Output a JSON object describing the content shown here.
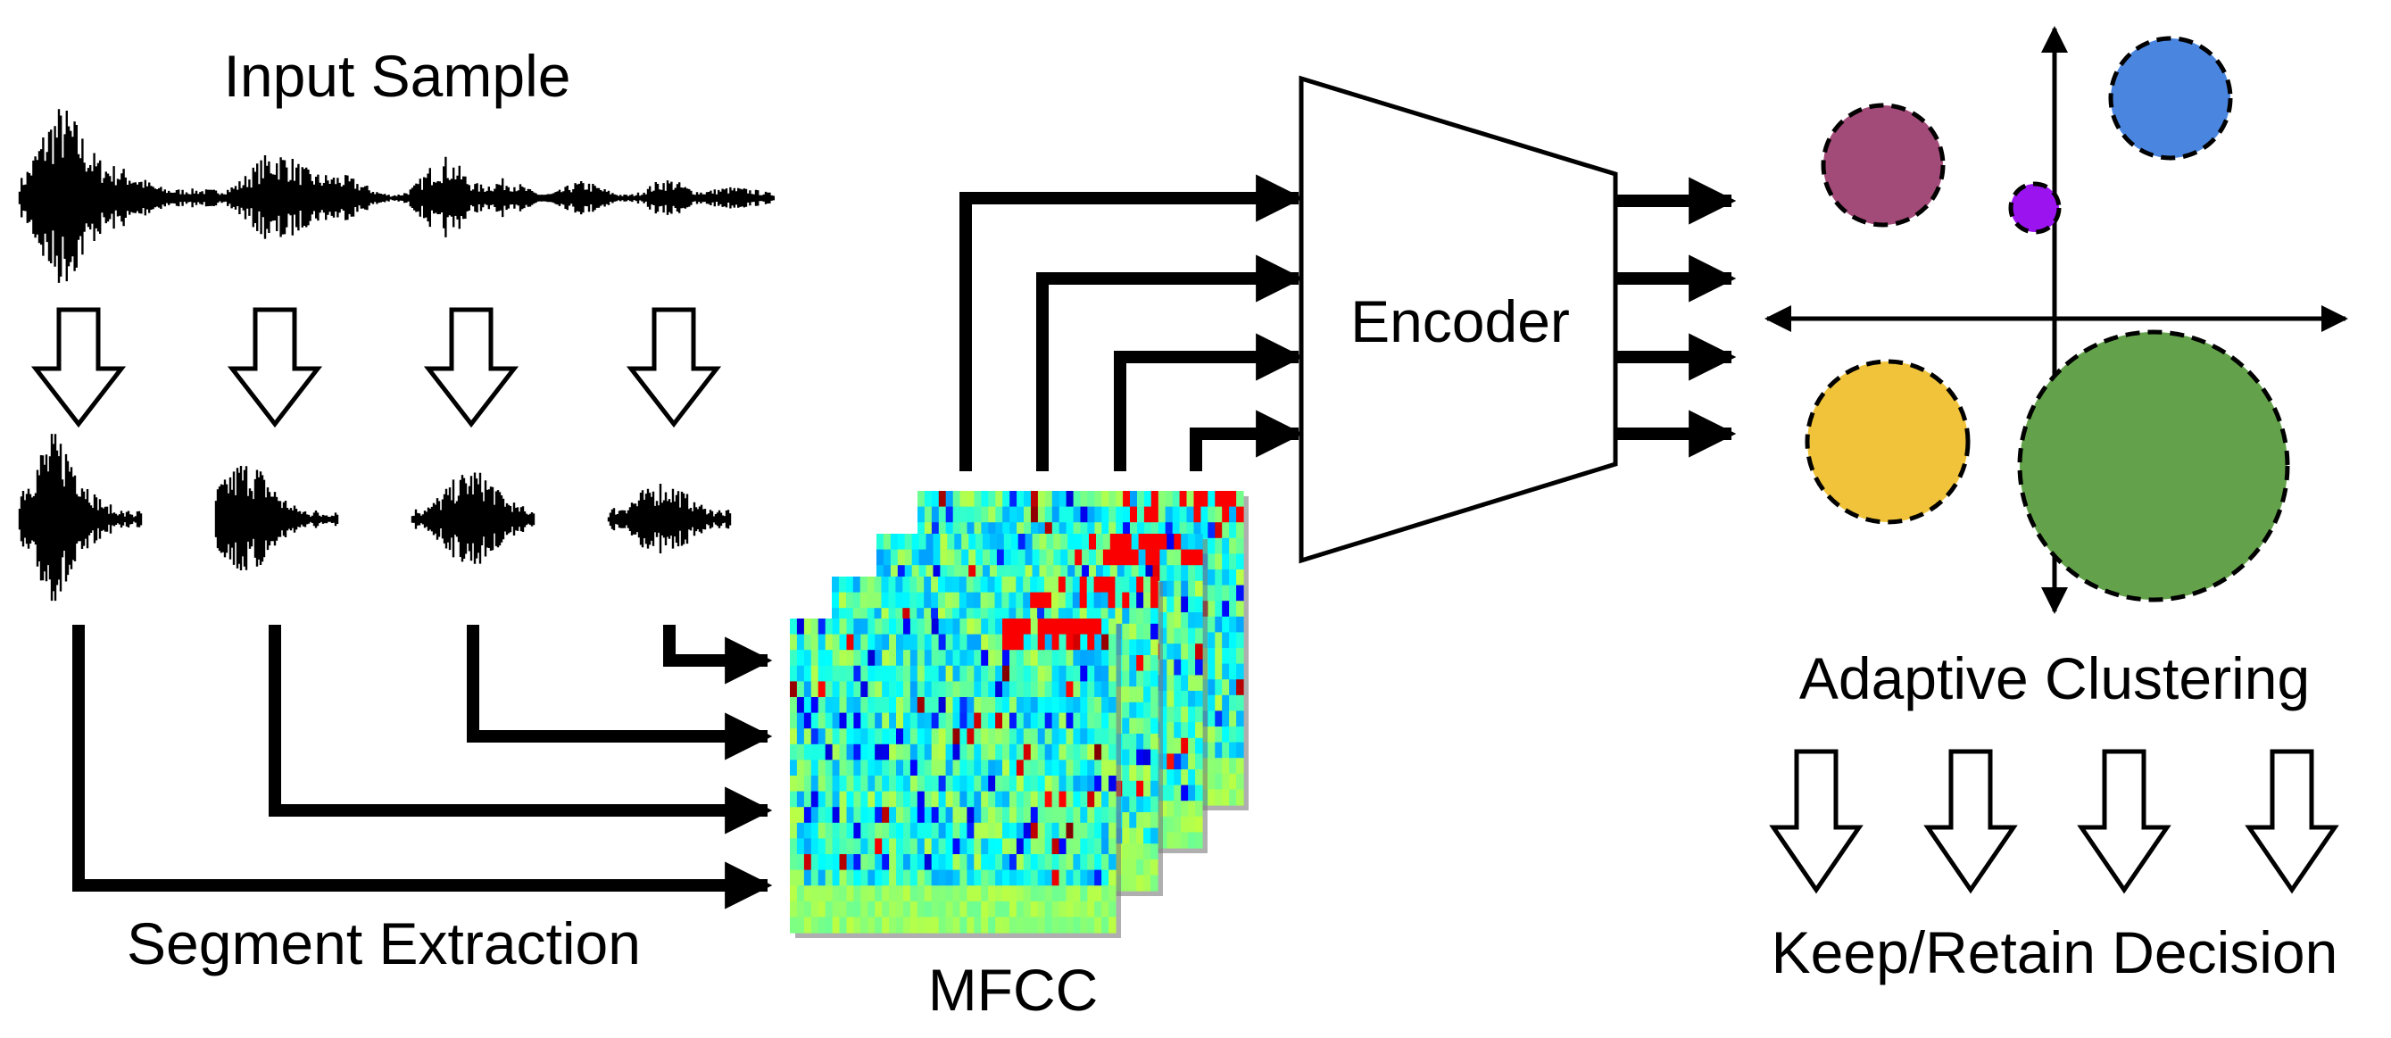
{
  "labels": {
    "input_sample": "Input Sample",
    "segment_extraction": "Segment Extraction",
    "mfcc": "MFCC",
    "encoder": "Encoder",
    "adaptive_clustering": "Adaptive Clustering",
    "decision": "Keep/Retain Decision"
  },
  "clusters": [
    {
      "color": "#a24a78"
    },
    {
      "color": "#4a86e0"
    },
    {
      "color": "#9b14f0"
    },
    {
      "color": "#f0c33a"
    },
    {
      "color": "#63a24a"
    }
  ],
  "colors": {
    "waveform": "#000000",
    "arrow": "#000000"
  }
}
